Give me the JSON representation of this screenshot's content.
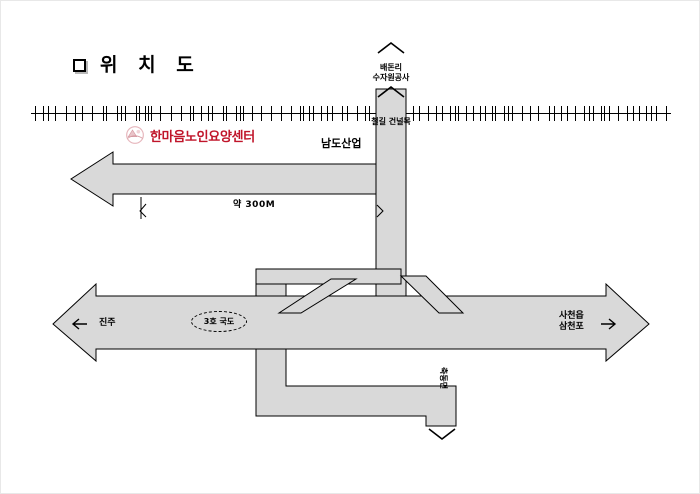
{
  "page": {
    "title": "위 치 도",
    "bullet_icon": "square-bullet-icon"
  },
  "facility": {
    "name": "한마음노인요양센터",
    "logo_icon": "facility-logo-icon",
    "color": "#c0152a"
  },
  "railroad": {
    "name": "railroad-line",
    "crossing_label": "철길 건널목"
  },
  "labels": {
    "top_upper": "배돈리",
    "top_lower": "수자원공사",
    "namdo": "남도산업",
    "distance": "약 300M",
    "left_direction": "진주",
    "right_direction_upper": "사천읍",
    "right_direction_lower": "삼천포",
    "route_badge": "3호 국도",
    "bottom_vertical": "축동면"
  },
  "arrows": {
    "left_arrow_glyph": "←",
    "right_arrow_glyph": "→",
    "up_chevron": "up-chevron-icon",
    "down_chevron": "down-chevron-icon"
  },
  "colors": {
    "road_fill": "#d9d9d9",
    "road_stroke": "#000000",
    "accent_red": "#c0152a",
    "background": "#ffffff"
  }
}
